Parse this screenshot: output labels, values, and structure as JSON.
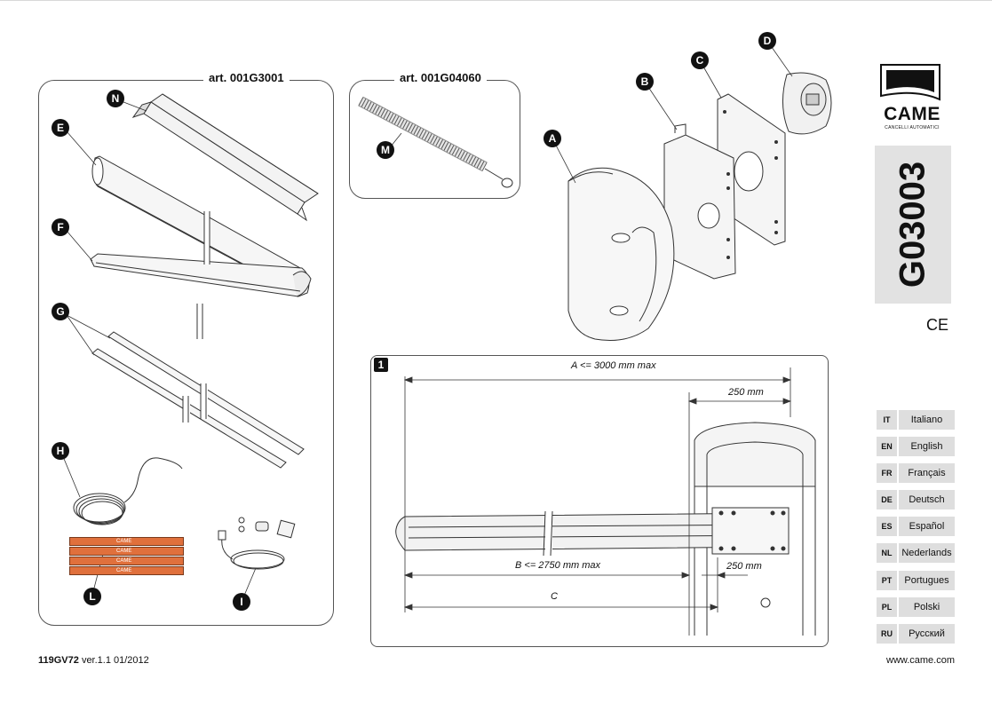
{
  "header": {
    "brand": "CAME",
    "brand_tagline": "CANCELLI AUTOMATICI",
    "doc_code": "G03003",
    "mark": "CE"
  },
  "kits": [
    {
      "title": "art. 001G3001"
    },
    {
      "title": "art. 001G04060"
    }
  ],
  "callouts": [
    "A",
    "B",
    "C",
    "D",
    "E",
    "F",
    "G",
    "H",
    "I",
    "L",
    "M",
    "N"
  ],
  "label_sticker": "CAME",
  "figure": {
    "number": "1",
    "dim_a": "A <= 3000 mm max",
    "dim_b": "B <= 2750 mm max",
    "dim_c": "C",
    "dim_250_top": "250 mm",
    "dim_250_bottom": "250 mm"
  },
  "languages": [
    {
      "code": "IT",
      "name": "Italiano"
    },
    {
      "code": "EN",
      "name": "English"
    },
    {
      "code": "FR",
      "name": "Français"
    },
    {
      "code": "DE",
      "name": "Deutsch"
    },
    {
      "code": "ES",
      "name": "Español"
    },
    {
      "code": "NL",
      "name": "Nederlands"
    },
    {
      "code": "PT",
      "name": "Portugues"
    },
    {
      "code": "PL",
      "name": "Polski"
    },
    {
      "code": "RU",
      "name": "Русский"
    }
  ],
  "footer": {
    "doc_ref_bold": "119GV72",
    "doc_ref_rest": "ver.1.1 01/2012",
    "website": "www.came.com"
  }
}
